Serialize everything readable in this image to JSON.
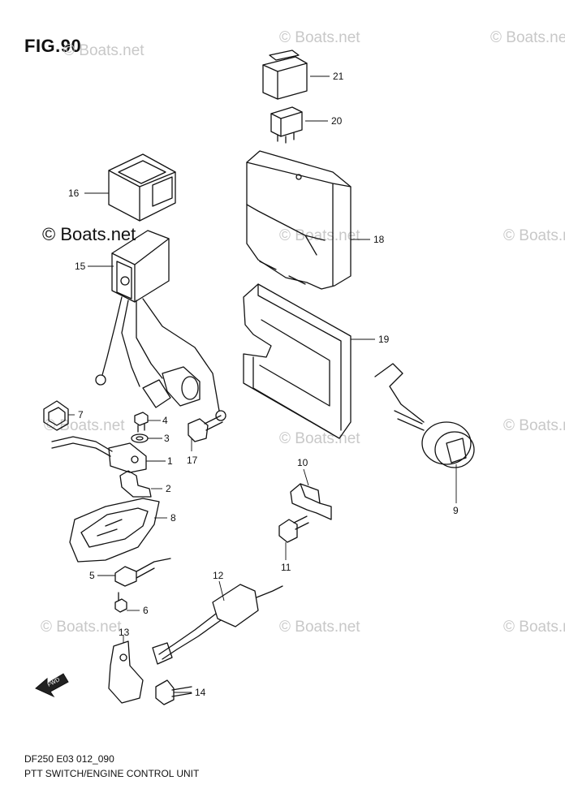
{
  "figure_title": "FIG.90",
  "watermark_text": "© Boats.net",
  "callouts": [
    {
      "id": "21"
    },
    {
      "id": "20"
    },
    {
      "id": "16"
    },
    {
      "id": "18"
    },
    {
      "id": "15"
    },
    {
      "id": "19"
    },
    {
      "id": "7"
    },
    {
      "id": "4"
    },
    {
      "id": "3"
    },
    {
      "id": "1"
    },
    {
      "id": "17"
    },
    {
      "id": "2"
    },
    {
      "id": "10"
    },
    {
      "id": "9"
    },
    {
      "id": "8"
    },
    {
      "id": "11"
    },
    {
      "id": "5"
    },
    {
      "id": "12"
    },
    {
      "id": "6"
    },
    {
      "id": "13"
    },
    {
      "id": "14"
    }
  ],
  "fwd_label": "FWD",
  "diagram_code": "DF250 E03 012_090",
  "caption": "PTT SWITCH/ENGINE CONTROL UNIT"
}
